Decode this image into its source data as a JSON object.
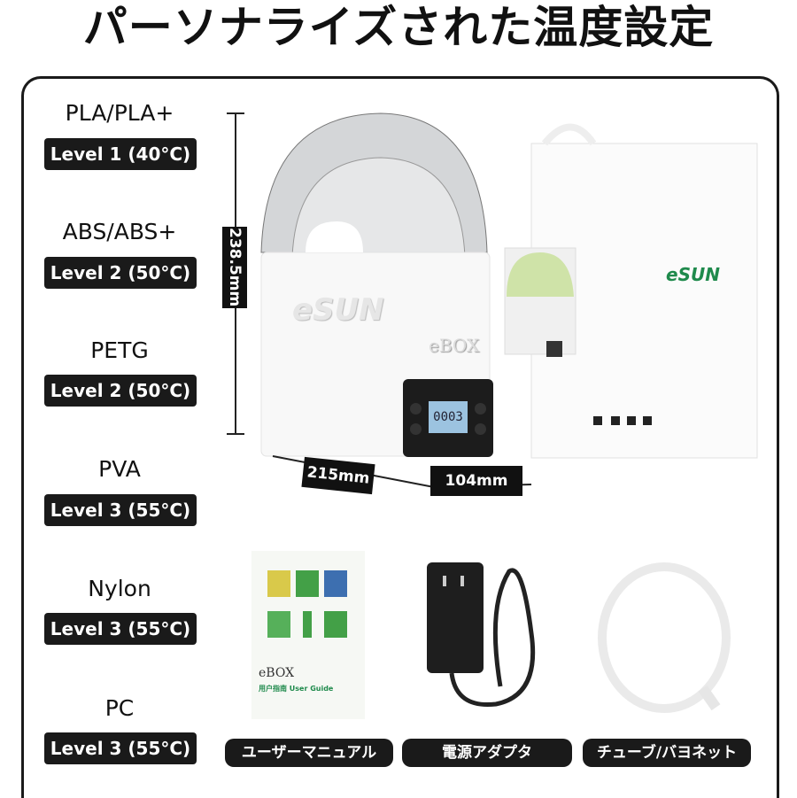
{
  "title": "パーソナライズされた温度設定",
  "materials": [
    {
      "name": "PLA/PLA+",
      "level": "Level 1 (40°C)"
    },
    {
      "name": "ABS/ABS+",
      "level": "Level 2 (50°C)"
    },
    {
      "name": "PETG",
      "level": "Level 2 (50°C)"
    },
    {
      "name": "PVA",
      "level": "Level 3 (55°C)"
    },
    {
      "name": "Nylon",
      "level": "Level 3 (55°C)"
    },
    {
      "name": "PC",
      "level": "Level 3 (55°C)"
    }
  ],
  "product": {
    "height": "238.5mm",
    "width": "215mm",
    "depth": "104mm",
    "brand": "eSUN",
    "model": "eBOX",
    "display": "0003",
    "box_brand": "eSUN"
  },
  "accessories": [
    {
      "label": "ユーザーマニュアル",
      "guide_title": "eBOX",
      "guide_subtitle": "用户指南 User Guide"
    },
    {
      "label": "電源アダプタ"
    },
    {
      "label": "チューブ/バヨネット"
    }
  ],
  "colors": {
    "label_bg": "#1a1a1a",
    "brand_green": "#1f8a4c",
    "lcd": "#9cc3e0"
  }
}
